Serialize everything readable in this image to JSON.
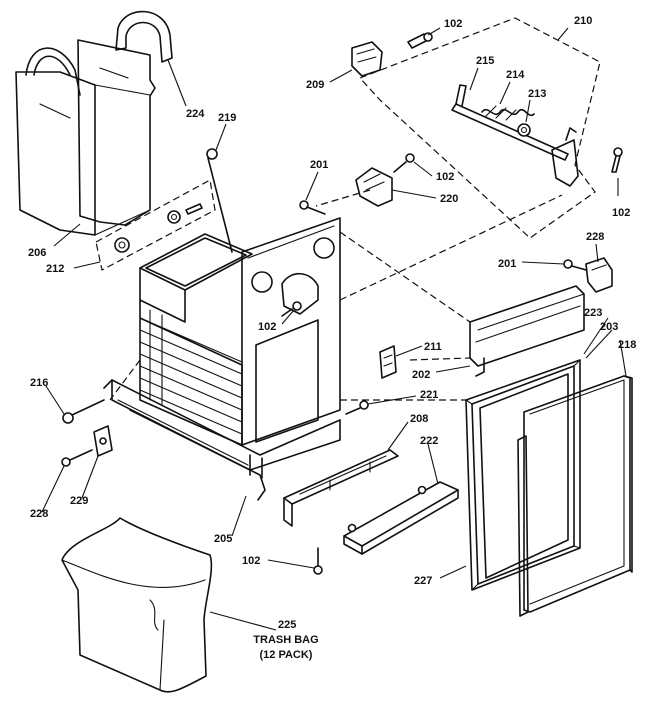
{
  "callouts": {
    "c102a": "102",
    "c210": "210",
    "c209": "209",
    "c215": "215",
    "c214": "214",
    "c213": "213",
    "c224": "224",
    "c219": "219",
    "c201a": "201",
    "c102b": "102",
    "c220": "220",
    "c102c": "102",
    "c206": "206",
    "c212": "212",
    "c228a": "228",
    "c201b": "201",
    "c223": "223",
    "c203": "203",
    "c218": "218",
    "c102d": "102",
    "c211": "211",
    "c202": "202",
    "c216": "216",
    "c221": "221",
    "c208": "208",
    "c222": "222",
    "c228b": "228",
    "c229": "229",
    "c205": "205",
    "c102e": "102",
    "c225": "225",
    "c227": "227"
  },
  "caption": {
    "line1": "TRASH BAG",
    "line2": "(12 PACK)"
  }
}
